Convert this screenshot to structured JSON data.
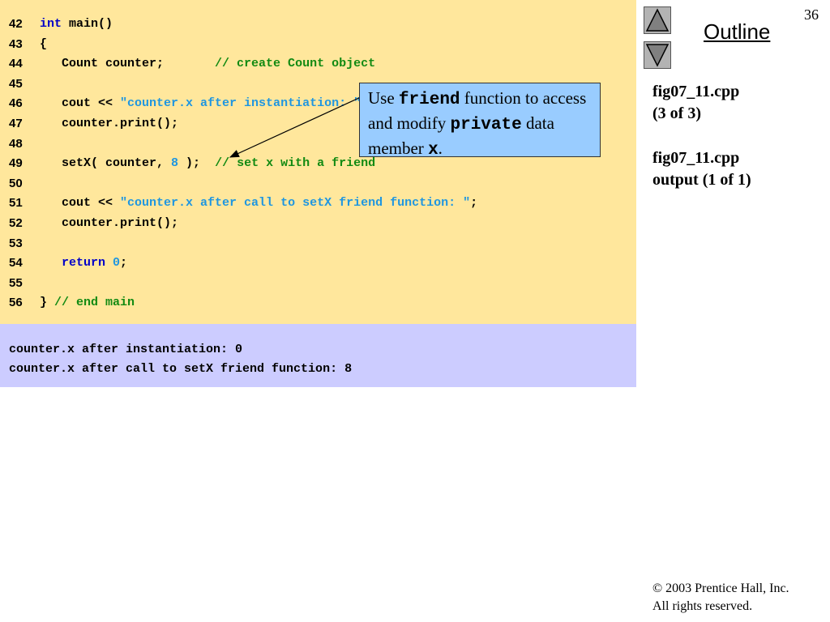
{
  "slide": {
    "page_number": "36",
    "outline_label": "Outline",
    "file_label_1": "fig07_11.cpp",
    "file_part_1": "(3 of 3)",
    "file_label_2": "fig07_11.cpp",
    "file_part_2": "output (1 of 1)",
    "copyright_symbol": "©",
    "copyright_text": " 2003 Prentice Hall, Inc.",
    "rights": "All rights reserved."
  },
  "code_lines": [
    {
      "ln": "42",
      "kw1": "int",
      "txt1": " main()"
    },
    {
      "ln": "43",
      "txt1": "{"
    },
    {
      "ln": "44",
      "txt1": "   Count counter;       ",
      "cmt": "// create Count object"
    },
    {
      "ln": "45"
    },
    {
      "ln": "46",
      "txt1": "   cout << ",
      "str": "\"counter.x after instantiation: \"",
      "txt2": ";"
    },
    {
      "ln": "47",
      "txt1": "   counter.print();"
    },
    {
      "ln": "48"
    },
    {
      "ln": "49",
      "txt1": "   setX( counter, ",
      "num": "8",
      "txt2": " );  ",
      "cmt": "// set x with a friend"
    },
    {
      "ln": "50"
    },
    {
      "ln": "51",
      "txt1": "   cout << ",
      "str": "\"counter.x after call to setX friend function: \"",
      "txt2": ";"
    },
    {
      "ln": "52",
      "txt1": "   counter.print();"
    },
    {
      "ln": "53"
    },
    {
      "ln": "54",
      "kw1": "   return",
      "txt1": " ",
      "num": "0",
      "txt2": ";"
    },
    {
      "ln": "55"
    },
    {
      "ln": "56",
      "txt1": "} ",
      "cmt": "// end main"
    }
  ],
  "output_lines": [
    "counter.x after instantiation: 0",
    "counter.x after call to setX friend function: 8"
  ],
  "callout": {
    "t1": "Use ",
    "m1": "friend",
    "t2": " function to access and modify ",
    "m2": "private",
    "t3": " data member ",
    "m3": "x",
    "t4": "."
  },
  "colors": {
    "code_bg": "#ffe79c",
    "output_bg": "#ccccff",
    "callout_bg": "#99ccff",
    "keyword": "#0000c8",
    "string": "#1f96e0",
    "comment": "#128a12"
  },
  "icons": {
    "nav_up": "triangle-up-icon",
    "nav_down": "triangle-down-icon"
  }
}
